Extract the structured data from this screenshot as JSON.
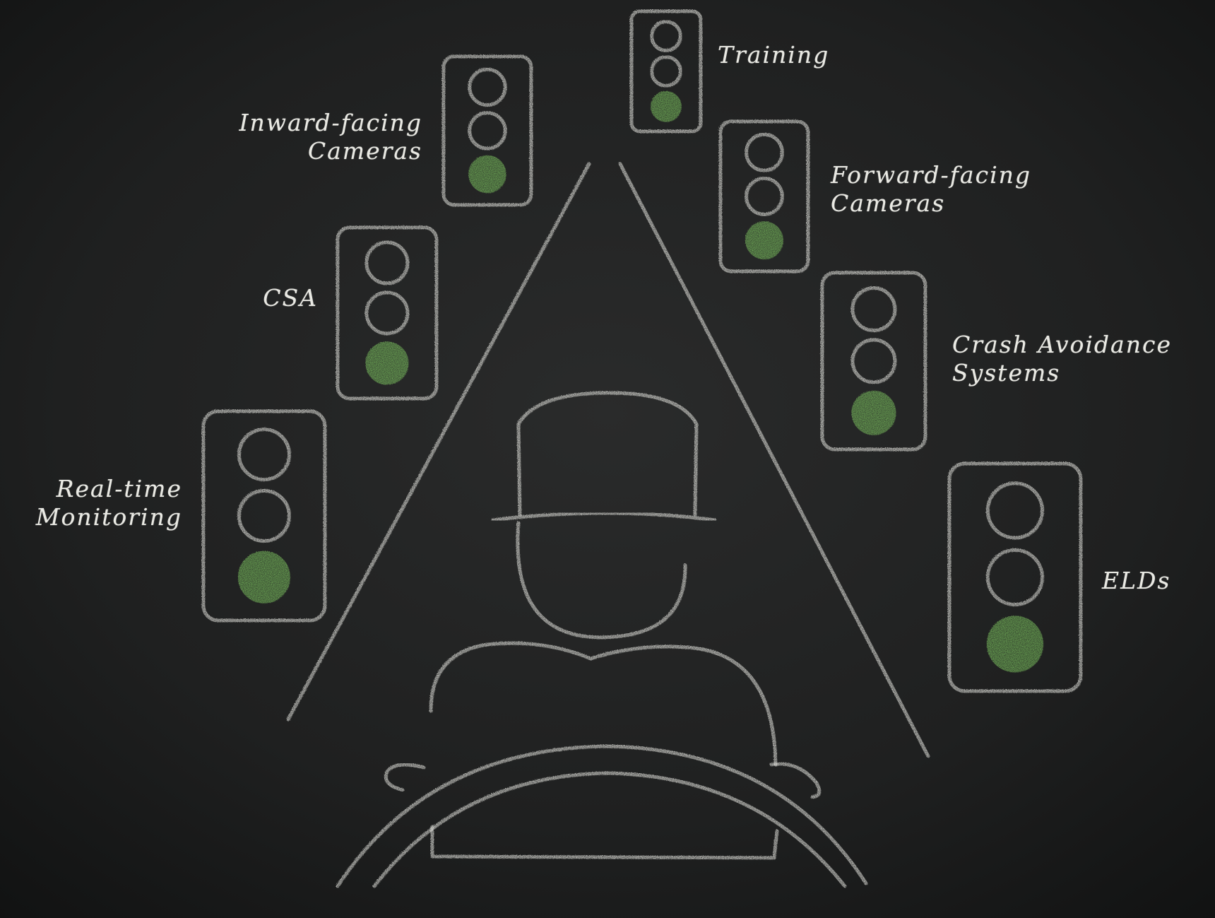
{
  "signals": [
    {
      "id": "realtime",
      "lines": [
        "Real-time",
        "Monitoring"
      ],
      "status": "green"
    },
    {
      "id": "csa",
      "lines": [
        "CSA"
      ],
      "status": "green"
    },
    {
      "id": "inward",
      "lines": [
        "Inward-facing",
        "Cameras"
      ],
      "status": "green"
    },
    {
      "id": "training",
      "lines": [
        "Training"
      ],
      "status": "green"
    },
    {
      "id": "forward",
      "lines": [
        "Forward-facing",
        "Cameras"
      ],
      "status": "green"
    },
    {
      "id": "crash",
      "lines": [
        "Crash Avoidance",
        "Systems"
      ],
      "status": "green"
    },
    {
      "id": "elds",
      "lines": [
        "ELDs"
      ],
      "status": "green"
    }
  ],
  "colors": {
    "board": "#1b1c1c",
    "chalk": "#ecece6",
    "green_light": "#7cc25f"
  },
  "icons": [
    "traffic-light-icon",
    "driver-icon",
    "road-triangle-icon",
    "steering-wheel-icon"
  ]
}
